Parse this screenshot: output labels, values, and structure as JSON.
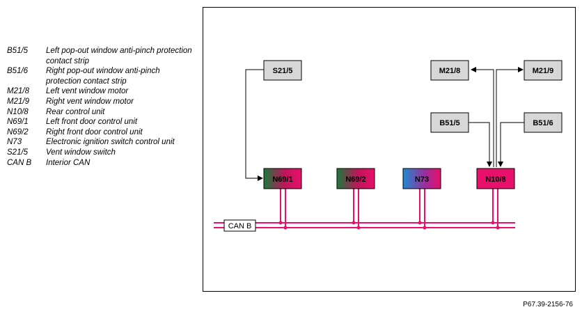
{
  "legend": [
    {
      "code": "B51/5",
      "text": "Left pop-out window anti-pinch protection contact strip"
    },
    {
      "code": "B51/6",
      "text": "Right pop-out window anti-pinch protection contact strip"
    },
    {
      "code": "M21/8",
      "text": "Left vent window motor"
    },
    {
      "code": "M21/9",
      "text": "Right vent window motor"
    },
    {
      "code": "N10/8",
      "text": "Rear control unit"
    },
    {
      "code": "N69/1",
      "text": "Left front door control unit"
    },
    {
      "code": "N69/2",
      "text": "Right front door control unit"
    },
    {
      "code": "N73",
      "text": "Electronic ignition switch control unit"
    },
    {
      "code": "S21/5",
      "text": "Vent window switch"
    },
    {
      "code": "CAN B",
      "text": "Interior CAN"
    }
  ],
  "diagram": {
    "components": {
      "s21_5": "S21/5",
      "m21_8": "M21/8",
      "m21_9": "M21/9",
      "b51_5": "B51/5",
      "b51_6": "B51/6",
      "n69_1": "N69/1",
      "n69_2": "N69/2",
      "n73": "N73",
      "n10_8": "N10/8"
    },
    "bus_label": "CAN B",
    "colors": {
      "bus": "#e8106a",
      "gray_box": "#d7d7d7",
      "green": "#1a7a3a",
      "blue": "#1e8ad0",
      "magenta": "#e8106a"
    }
  },
  "reference": "P67.39-2156-76"
}
